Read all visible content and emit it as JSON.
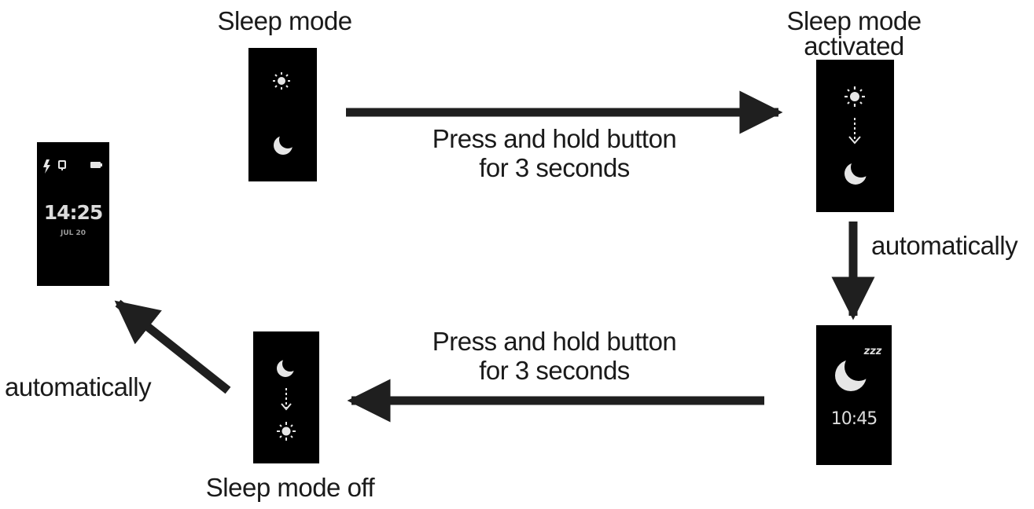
{
  "labels": {
    "sleep_mode": "Sleep mode",
    "sleep_mode_activated_line1": "Sleep mode",
    "sleep_mode_activated_line2": "activated",
    "sleep_mode_off": "Sleep mode off",
    "press_hold_top_line1": "Press and hold button",
    "press_hold_top_line2": "for 3 seconds",
    "press_hold_bottom_line1": "Press and hold button",
    "press_hold_bottom_line2": "for 3 seconds",
    "automatically_right": "automatically",
    "automatically_left": "automatically"
  },
  "screens": {
    "home": {
      "time": "14:25",
      "date": "JUL 20",
      "icons": [
        "charging-icon",
        "notification-icon",
        "battery-icon"
      ]
    },
    "sleep_mode": {
      "icons": [
        "sun-icon",
        "moon-icon"
      ]
    },
    "activated": {
      "icons": [
        "sun-icon",
        "down-arrow-icon",
        "moon-icon"
      ]
    },
    "sleeping": {
      "badge": "zzz",
      "time": "10:45",
      "icons": [
        "moon-icon"
      ]
    },
    "off": {
      "icons": [
        "moon-icon",
        "down-arrow-icon",
        "sun-icon"
      ]
    }
  },
  "colors": {
    "screen": "#000000",
    "arrow": "#1f1f1f",
    "screen_glyph": "#e6e6e6"
  }
}
